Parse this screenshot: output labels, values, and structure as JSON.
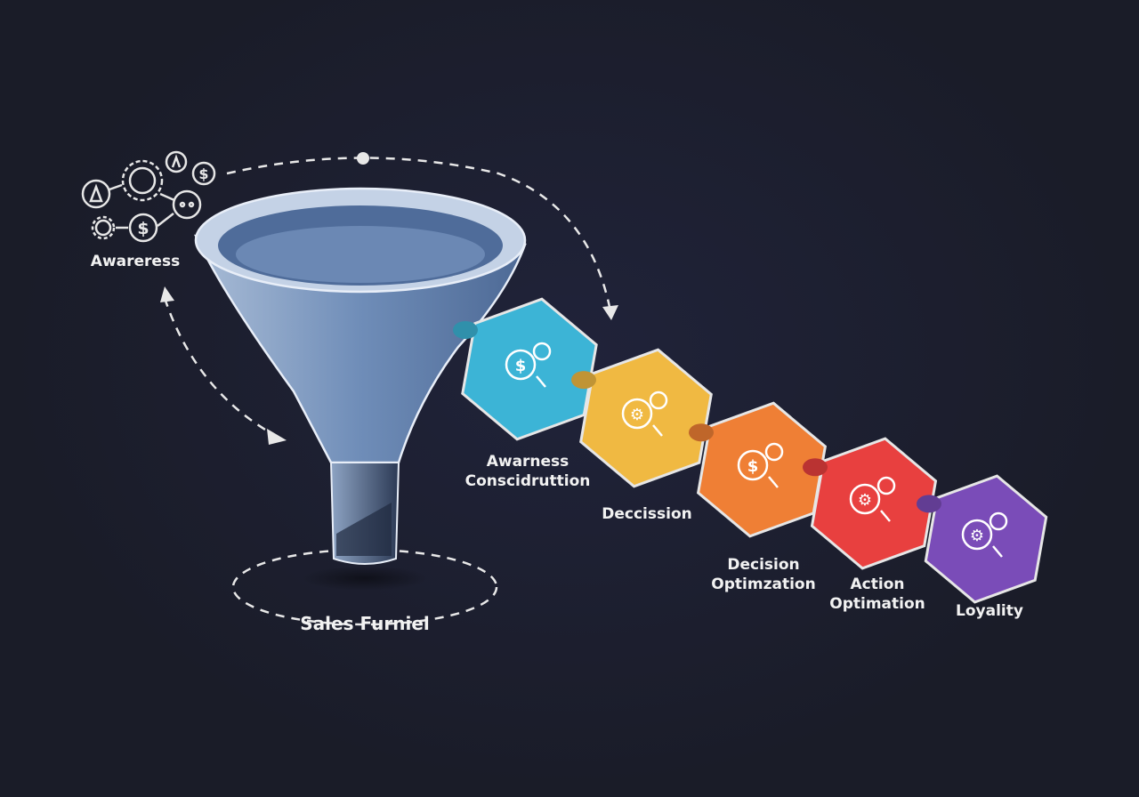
{
  "awareness_label": "Awareress",
  "funnel_label": "Sales Furniel",
  "stages": [
    {
      "line1": "Awarness",
      "line2": "Conscidruttion",
      "color": "#3cb4d6",
      "icon": "dollar-search-icon"
    },
    {
      "line1": "Deccission",
      "line2": "",
      "color": "#f0b942",
      "icon": "gears-document-icon"
    },
    {
      "line1": "Decision",
      "line2": "Optimzation",
      "color": "#ef7f35",
      "icon": "person-dollar-chat-icon"
    },
    {
      "line1": "Action",
      "line2": "Optimation",
      "color": "#e8403f",
      "icon": "person-lightbulb-gears-icon"
    },
    {
      "line1": "Loyality",
      "line2": "",
      "color": "#7a4cb8",
      "icon": "gears-icon"
    }
  ]
}
